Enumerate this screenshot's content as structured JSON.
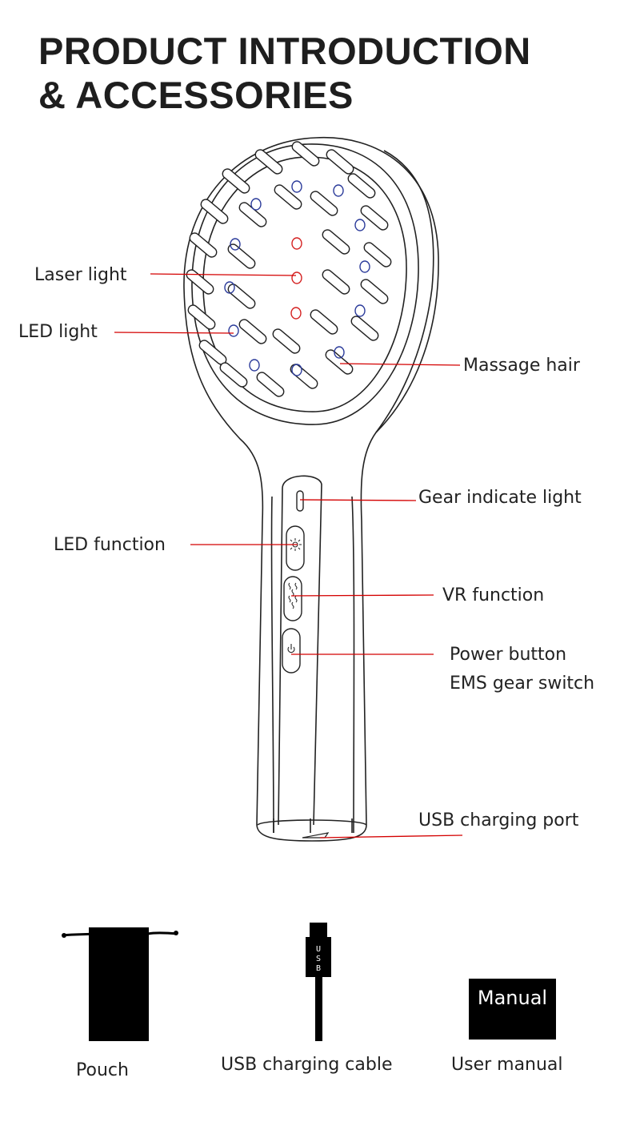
{
  "title": {
    "line1": "PRODUCT INTRODUCTION",
    "line2": "& ACCESSORIES"
  },
  "callouts": {
    "laser_light": "Laser light",
    "led_light": "LED light",
    "massage_hair": "Massage hair",
    "gear_indicate_light": "Gear indicate light",
    "led_function": "LED function",
    "vr_function": "VR function",
    "power_button": "Power button",
    "ems_gear_switch": "EMS gear switch",
    "usb_charging_port": "USB charging port"
  },
  "accessories": {
    "pouch": "Pouch",
    "usb_cable": "USB charging cable",
    "usb_plug_text": "U S B",
    "user_manual": "User manual",
    "manual_box_text": "Manual"
  },
  "colors": {
    "leader_line": "#d40000",
    "laser_dot": "#d42020",
    "led_dot": "#2a3a9a",
    "outline": "#222222",
    "accessory_fill": "#000000"
  }
}
